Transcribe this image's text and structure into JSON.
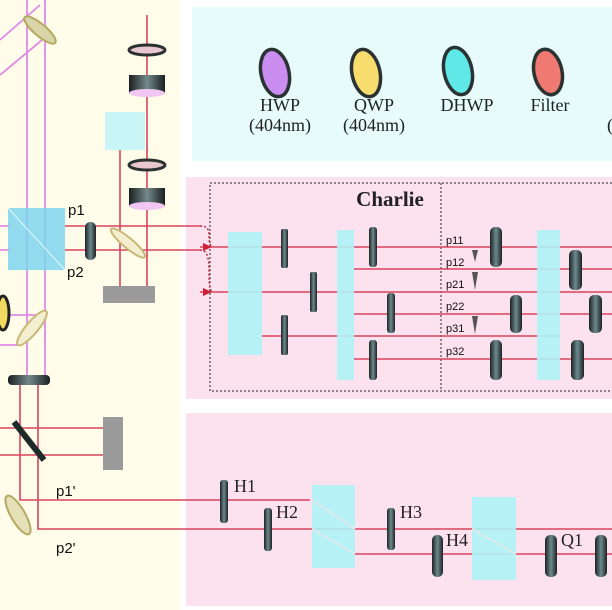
{
  "legend": {
    "items": [
      {
        "label": "HWP",
        "sub": "(404nm)",
        "color": "#c98ef0",
        "icon": "waveplate-icon"
      },
      {
        "label": "QWP",
        "sub": "(404nm)",
        "color": "#f7dd6e",
        "icon": "waveplate-icon"
      },
      {
        "label": "DHWP",
        "sub": "",
        "color": "#5fe8e6",
        "icon": "waveplate-icon"
      },
      {
        "label": "Filter",
        "sub": "",
        "color": "#f07a72",
        "icon": "filter-icon"
      }
    ],
    "cut_text": "("
  },
  "charlie": {
    "title": "Charlie",
    "paths": [
      "p11",
      "p12",
      "p21",
      "p22",
      "p31",
      "p32"
    ]
  },
  "source": {
    "p1": "p1",
    "p2": "p2",
    "p1_prime": "p1'",
    "p2_prime": "p2'"
  },
  "bottom": {
    "h1": "H1",
    "h2": "H2",
    "h3": "H3",
    "h4": "H4",
    "q1": "Q1"
  },
  "colors": {
    "left_panel": "#fffde9",
    "legend_panel": "#e7fbfb",
    "pink_panel": "#fce1ee",
    "laser_red": "#d9445c",
    "pump_violet": "#e08ae8"
  }
}
